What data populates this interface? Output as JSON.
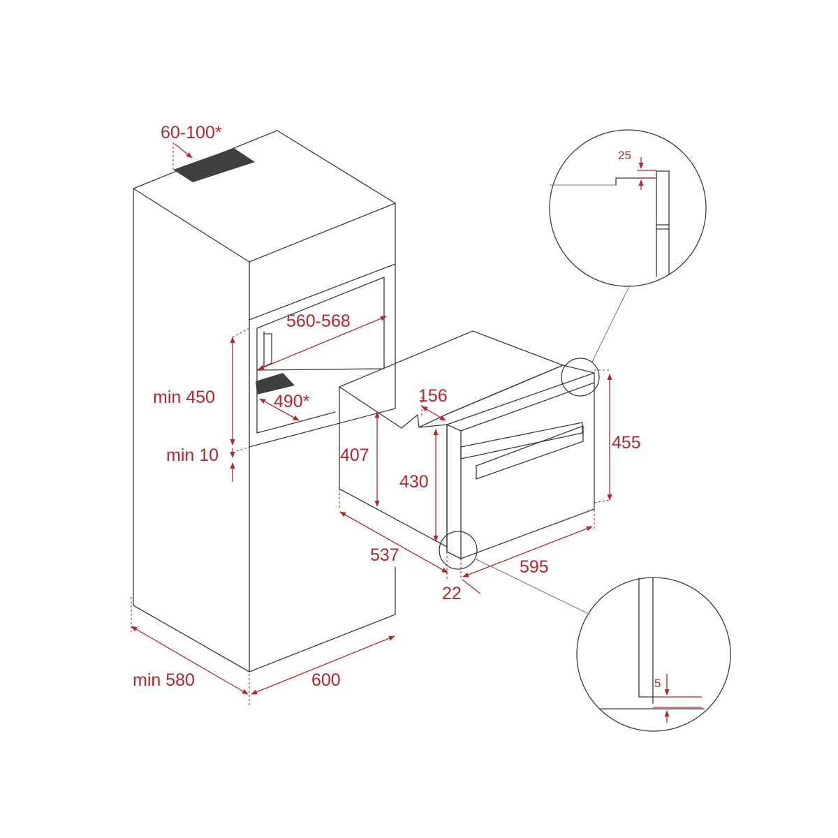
{
  "colors": {
    "line": "#3a3a3a",
    "dimension": "#b3262c",
    "vent": "#3f3f3f",
    "background": "#ffffff"
  },
  "labels": {
    "vent_top": "60-100*",
    "niche_width": "560-568",
    "niche_height": "min 450",
    "vent_bottom": "490*",
    "gap_below": "min 10",
    "cabinet_depth": "min 580",
    "cabinet_width": "600",
    "oven_top_depth": "156",
    "oven_body_height": "407",
    "oven_inner_height": "430",
    "oven_total_height": "455",
    "oven_depth": "537",
    "oven_width": "595",
    "front_offset": "22",
    "detail_top": "25",
    "detail_bottom": "5"
  }
}
